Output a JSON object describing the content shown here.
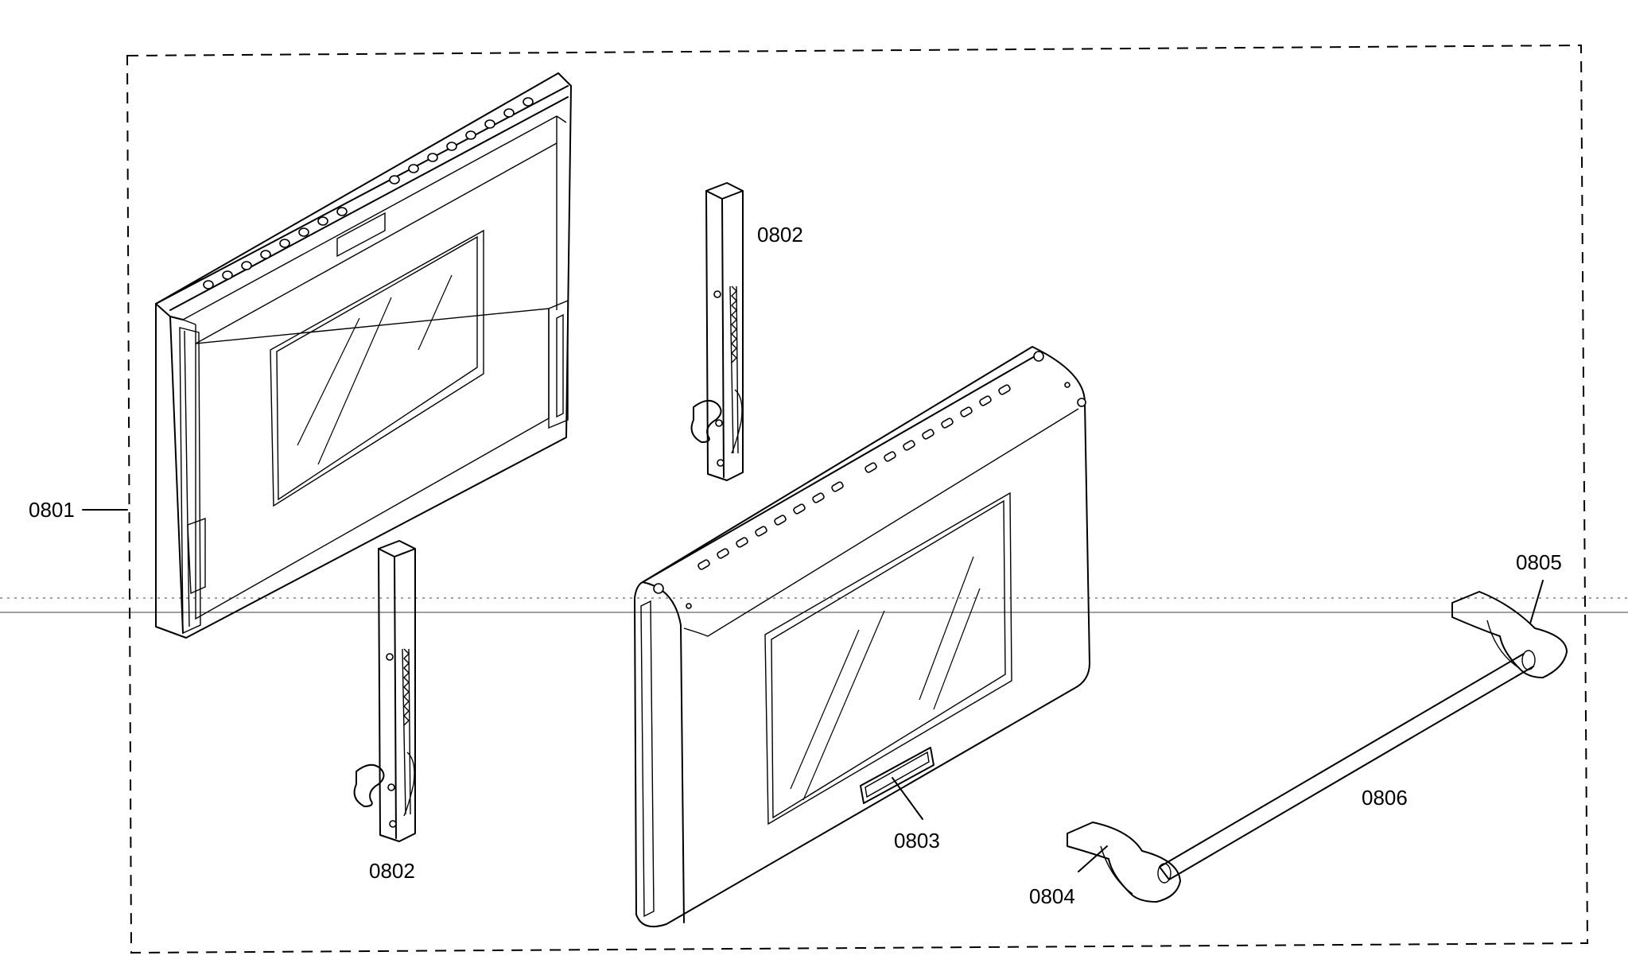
{
  "callouts": {
    "outer_frame": "0801",
    "hinge_top": "0802",
    "hinge_bottom": "0802",
    "door_panel": "0803",
    "handle_end_left": "0804",
    "handle_end_right": "0805",
    "handle_bar": "0806"
  }
}
